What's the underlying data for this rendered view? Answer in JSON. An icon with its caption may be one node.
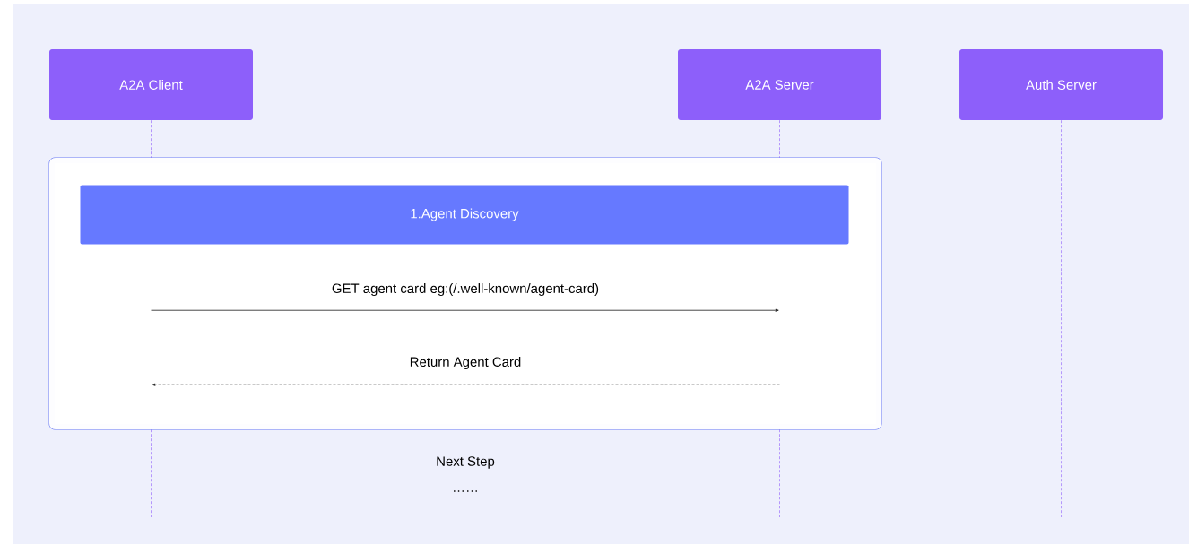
{
  "diagram": {
    "nodes": [
      {
        "text": [
          "A2A Client"
        ]
      },
      {
        "text": [
          "A2A Server"
        ]
      },
      {
        "text": [
          "Auth Server"
        ]
      },
      {
        "text": [],
        "shape": "box"
      },
      {
        "text": [
          "1.Agent Discovery"
        ],
        "in": 3
      }
    ],
    "edges": [
      {
        "from": 0,
        "to": 1,
        "arrow": "to",
        "color": "#1a1a1a",
        "label": "GET agent card eg:(/.well-known/agent-card)"
      },
      {
        "from": 1,
        "to": 0,
        "arrow": "to",
        "style": "dashed",
        "color": "#1a1a1a",
        "label": "Return Agent Card"
      }
    ],
    "labels": [
      "Next Step",
      "……"
    ]
  }
}
